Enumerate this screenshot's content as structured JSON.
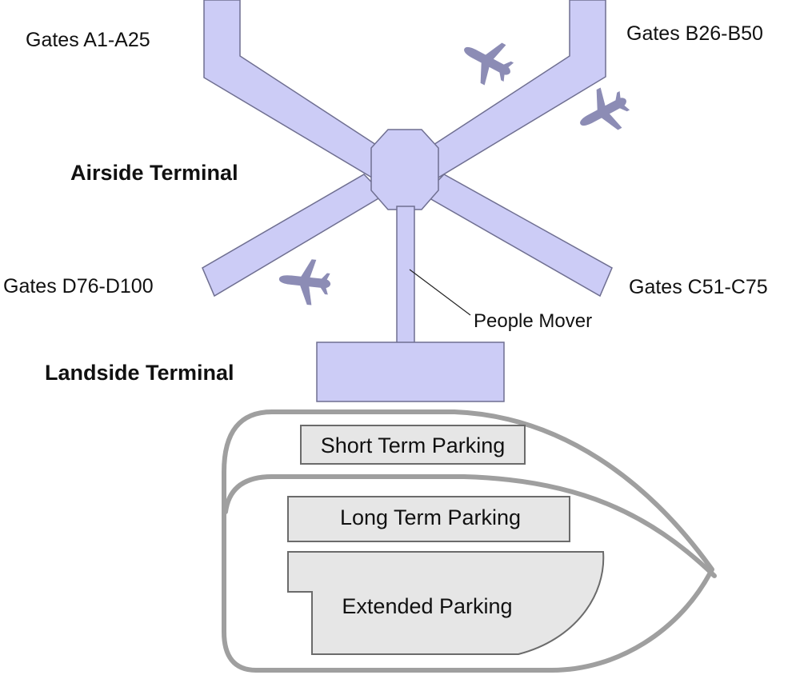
{
  "colors": {
    "terminal_fill": "#ccccf6",
    "terminal_stroke": "#6f6f91",
    "plane": "#8c8cb5",
    "road": "#9f9f9f",
    "parking_fill": "#e6e6e6",
    "parking_stroke": "#6b6b6b"
  },
  "labels": {
    "gates_a": "Gates A1-A25",
    "gates_b": "Gates B26-B50",
    "gates_c": "Gates C51-C75",
    "gates_d": "Gates D76-D100",
    "airside": "Airside Terminal",
    "landside": "Landside Terminal",
    "people_mover": "People Mover",
    "short_term": "Short Term Parking",
    "long_term": "Long Term Parking",
    "extended": "Extended Parking"
  },
  "icons": {
    "plane": "airplane-icon"
  }
}
